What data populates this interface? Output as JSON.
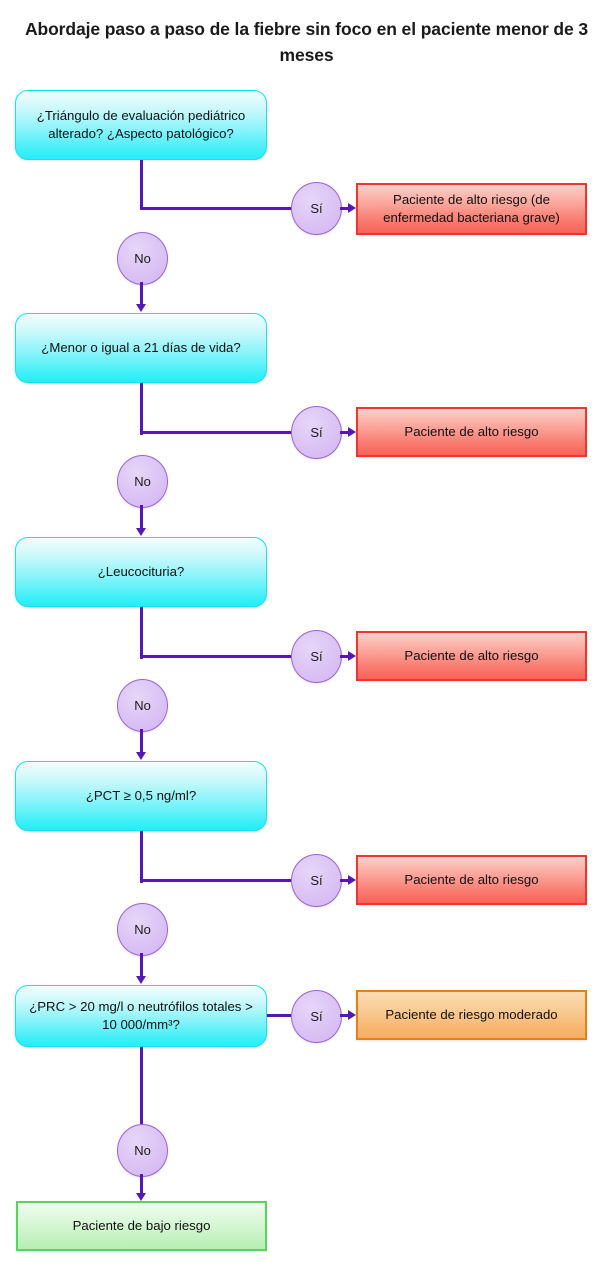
{
  "title": "Abordaje paso a paso de la fiebre sin foco en el paciente menor de 3 meses",
  "labels": {
    "yes": "Sí",
    "no": "No"
  },
  "flow": {
    "decisions": [
      {
        "id": "tep",
        "text": "¿Triángulo de evaluación pediátrico alterado? ¿Aspecto patológico?"
      },
      {
        "id": "edad",
        "text": "¿Menor o igual a 21 días de vida?"
      },
      {
        "id": "leuco",
        "text": "¿Leucocituria?"
      },
      {
        "id": "pct",
        "text": "¿PCT ≥ 0,5 ng/ml?"
      },
      {
        "id": "prc",
        "text": "¿PRC > 20 mg/l o neutrófilos totales > 10 000/mm³?"
      }
    ],
    "outcomes": [
      {
        "id": "alto-riesgo-ebg",
        "text": "Paciente de alto riesgo (de enfermedad bacteriana grave)",
        "type": "red"
      },
      {
        "id": "alto-riesgo-2",
        "text": "Paciente de alto riesgo",
        "type": "red"
      },
      {
        "id": "alto-riesgo-3",
        "text": "Paciente de alto riesgo",
        "type": "red"
      },
      {
        "id": "alto-riesgo-4",
        "text": "Paciente de alto riesgo",
        "type": "red"
      },
      {
        "id": "riesgo-moderado",
        "text": "Paciente de riesgo moderado",
        "type": "orange"
      },
      {
        "id": "bajo-riesgo",
        "text": "Paciente de bajo riesgo",
        "type": "green"
      }
    ]
  },
  "colors": {
    "decision_fill": "#2aecf7",
    "decision_border": "#12e2f0",
    "connector": "#5a16b5",
    "bubble_fill": "#d2b4f2",
    "bubble_border": "#9a64d8",
    "high_risk": "#f86257",
    "moderate_risk": "#f5ad62",
    "low_risk": "#b6efb2"
  }
}
